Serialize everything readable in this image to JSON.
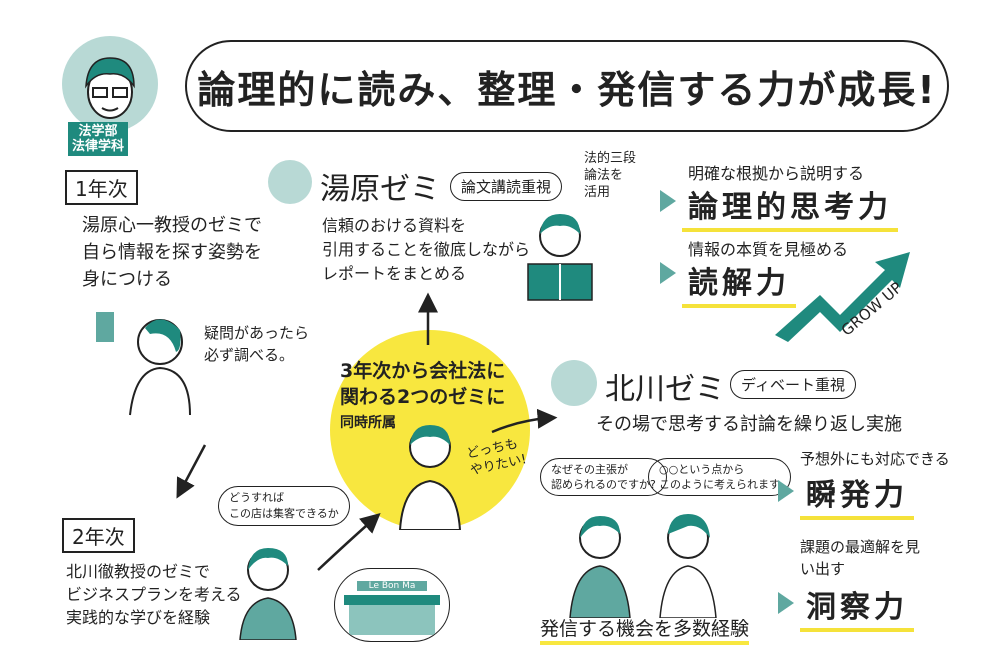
{
  "title": "論理的に読み、整理・発信する力が成長!",
  "department": {
    "line1": "法学部",
    "line2": "法律学科"
  },
  "year1": {
    "label": "1年次",
    "text": [
      "湯原心一教授のゼミで",
      "自ら情報を探す姿勢を",
      "身につける"
    ],
    "note": [
      "疑問があったら",
      "必ず調べる。"
    ]
  },
  "yuhara": {
    "name": "湯原ゼミ",
    "tag": "論文講読重視",
    "text": [
      "信頼のおける資料を",
      "引用することを徹底しながら",
      "レポートをまとめる"
    ],
    "note": [
      "法的三段",
      "論法を",
      "活用"
    ]
  },
  "abilities_top": [
    {
      "desc": "明確な根拠から説明する",
      "name": "論理的思考力"
    },
    {
      "desc": "情報の本質を見極める",
      "name": "読解力"
    }
  ],
  "grow_up": "GROW UP",
  "center": {
    "text": [
      "3年次から会社法に",
      "関わる2つのゼミに"
    ],
    "sub": "同時所属",
    "aside": [
      "どっちも",
      "やりたい!"
    ]
  },
  "kitagawa": {
    "name": "北川ゼミ",
    "tag": "ディベート重視",
    "text": "その場で思考する討論を繰り返し実施",
    "bubble1": [
      "なぜその主張が",
      "認められるのですか?"
    ],
    "bubble2": [
      "○○という点から",
      "このように考えられます"
    ],
    "caption": "発信する機会を多数経験"
  },
  "abilities_bottom": [
    {
      "desc": "予想外にも対応できる",
      "name": "瞬発力"
    },
    {
      "desc": "課題の最適解を見い出す",
      "name": "洞察力"
    }
  ],
  "year2": {
    "label": "2年次",
    "text": [
      "北川徹教授のゼミで",
      "ビジネスプランを考える",
      "実践的な学びを経験"
    ],
    "thought": [
      "どうすれば",
      "この店は集客できるか"
    ],
    "shop_sign": "Le Bon Ma"
  },
  "colors": {
    "teal": "#1f8a7e",
    "yellow": "#f8e73f",
    "light_teal": "#b8d9d5"
  }
}
